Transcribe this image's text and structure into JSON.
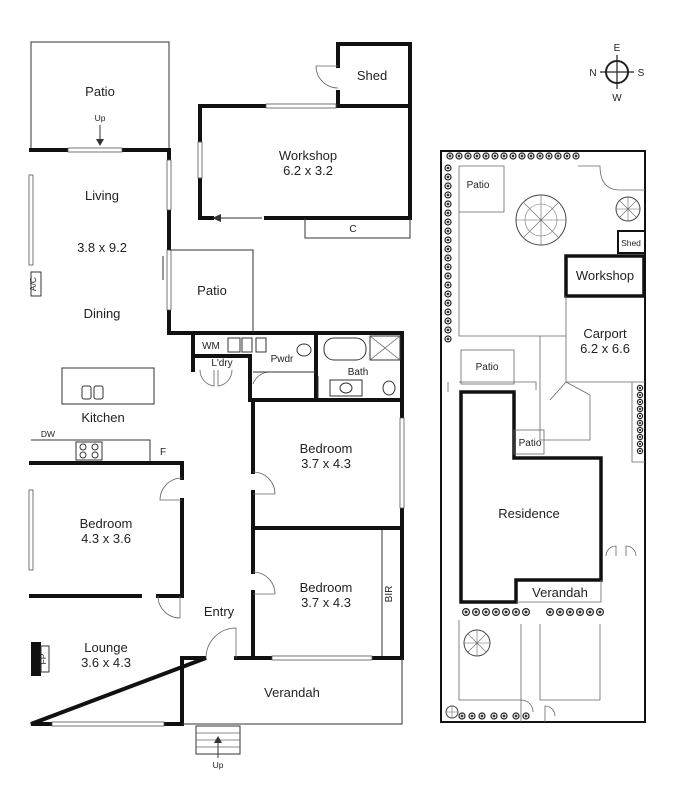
{
  "floorplan": {
    "rooms": {
      "patio_top": "Patio",
      "up_top": "Up",
      "shed": "Shed",
      "workshop_name": "Workshop",
      "workshop_dims": "6.2 x 3.2",
      "workshop_c": "C",
      "living": "Living",
      "living_dims": "3.8 x 9.2",
      "dining": "Dining",
      "ac": "A/C",
      "patio_mid": "Patio",
      "wm": "WM",
      "ldry": "L'dry",
      "pwdr": "Pwdr",
      "bath": "Bath",
      "kitchen": "Kitchen",
      "dw": "DW",
      "f": "F",
      "bedroom1_name": "Bedroom",
      "bedroom1_dims": "3.7 x 4.3",
      "bedroom2_name": "Bedroom",
      "bedroom2_dims": "4.3 x 3.6",
      "bedroom3_name": "Bedroom",
      "bedroom3_dims": "3.7 x 4.3",
      "bir": "BIR",
      "entry": "Entry",
      "lounge_name": "Lounge",
      "lounge_dims": "3.6 x 4.3",
      "fp": "FP",
      "verandah": "Verandah",
      "up_bottom": "Up"
    }
  },
  "compass": {
    "n": "N",
    "e": "E",
    "s": "S",
    "w": "W"
  },
  "siteplan": {
    "patio_top": "Patio",
    "shed": "Shed",
    "workshop": "Workshop",
    "carport_name": "Carport",
    "carport_dims": "6.2 x 6.6",
    "patio_left": "Patio",
    "patio_inner": "Patio",
    "residence": "Residence",
    "verandah": "Verandah"
  }
}
